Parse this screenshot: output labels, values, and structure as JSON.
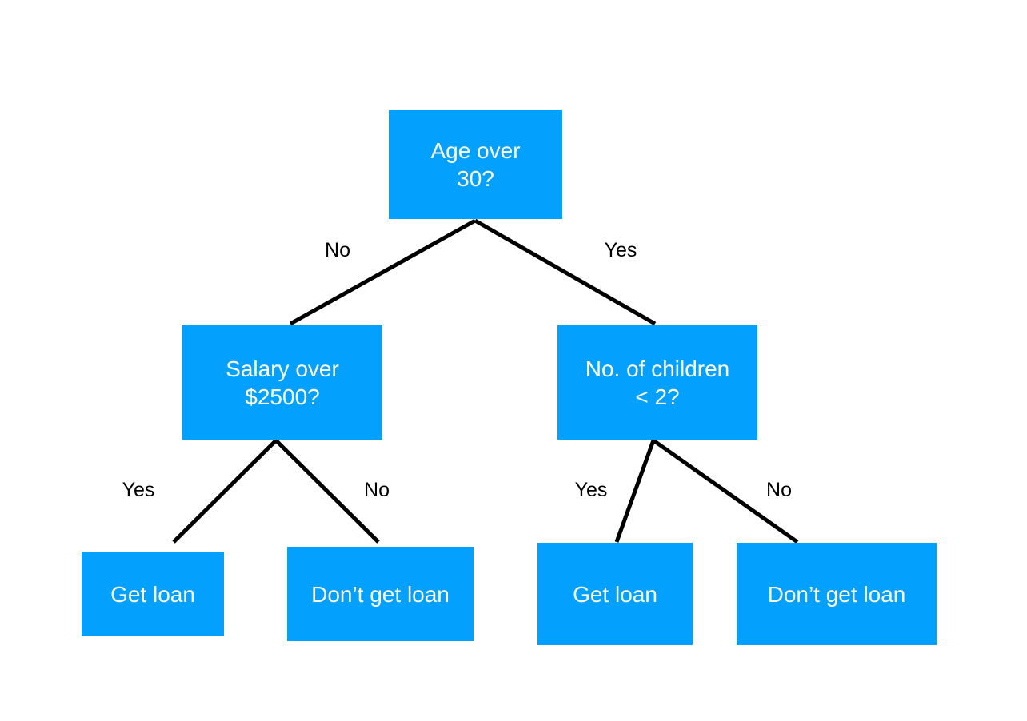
{
  "colors": {
    "node_fill": "#03a1fd",
    "node_text": "#ffffff",
    "edge": "#000000",
    "label_text": "#000000"
  },
  "nodes": {
    "root": {
      "label": "Age over\n30?"
    },
    "salary": {
      "label": "Salary over\n$2500?"
    },
    "children": {
      "label": "No. of children\n< 2?"
    },
    "leaf1": {
      "label": "Get loan"
    },
    "leaf2": {
      "label": "Don’t get loan"
    },
    "leaf3": {
      "label": "Get loan"
    },
    "leaf4": {
      "label": "Don’t get loan"
    }
  },
  "edges": {
    "root_salary": {
      "label": "No"
    },
    "root_children": {
      "label": "Yes"
    },
    "salary_leaf1": {
      "label": "Yes"
    },
    "salary_leaf2": {
      "label": "No"
    },
    "children_leaf3": {
      "label": "Yes"
    },
    "children_leaf4": {
      "label": "No"
    }
  }
}
